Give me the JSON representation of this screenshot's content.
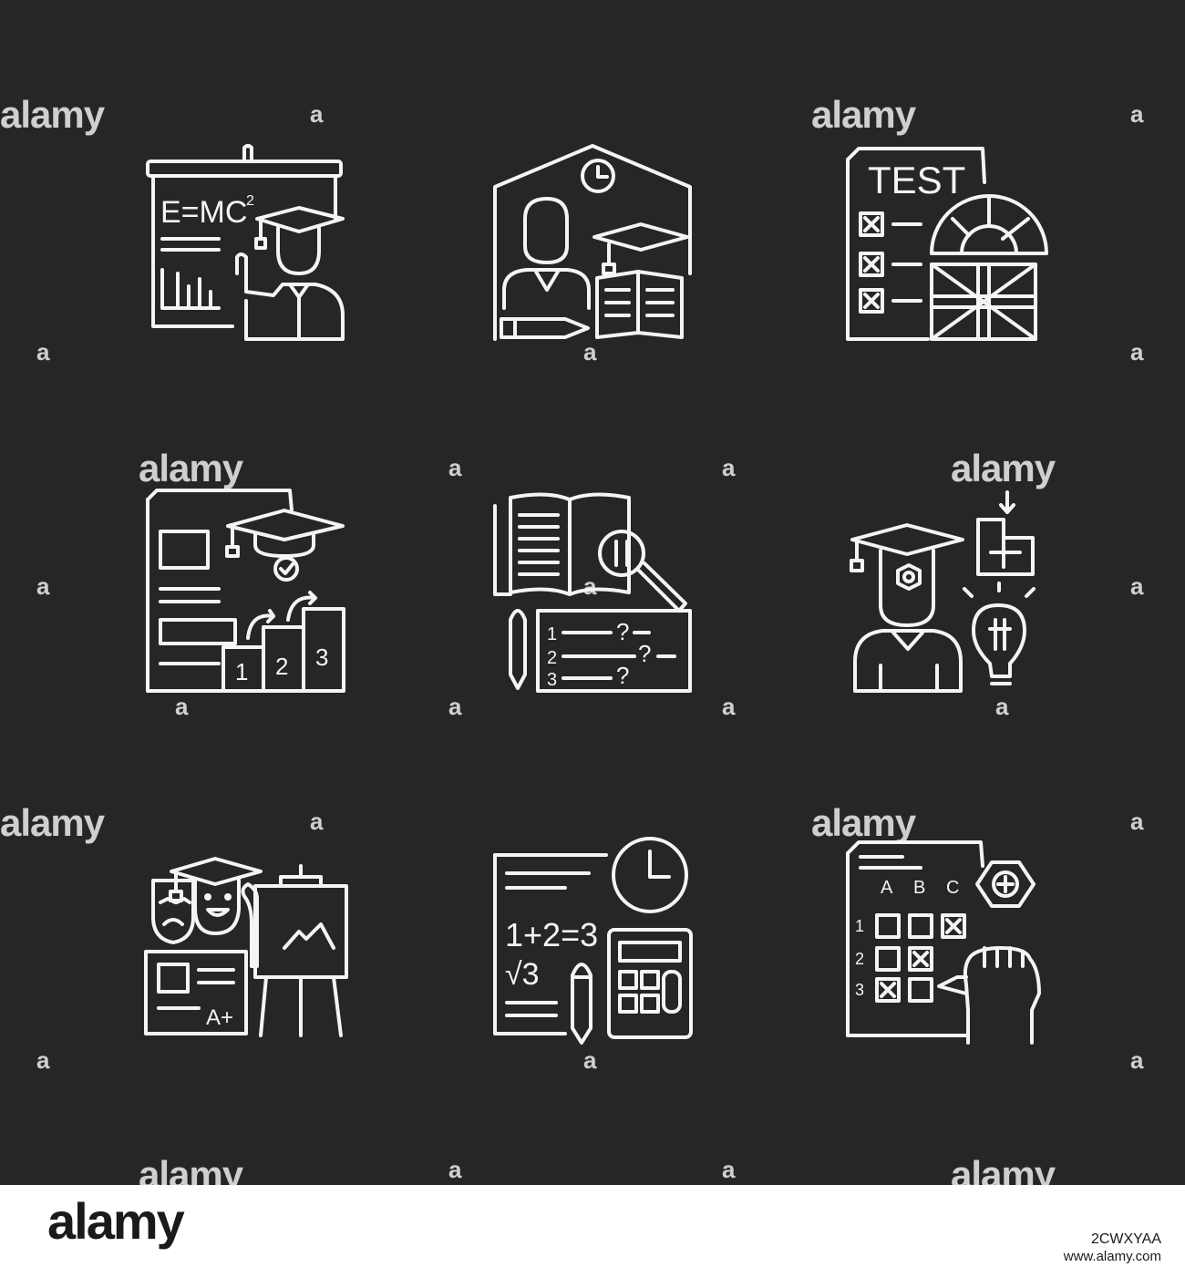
{
  "watermark": {
    "text": "alamy",
    "small": "a"
  },
  "icons": {
    "science_lecture": {
      "formula": "E=MC",
      "exponent": "2"
    },
    "english_test": {
      "title": "TEST"
    },
    "career_podium": {
      "places": [
        "1",
        "2",
        "3"
      ]
    },
    "quiz": {
      "numbers": [
        "1",
        "2",
        "3"
      ],
      "marks": [
        "?",
        "?",
        "?"
      ]
    },
    "art_grade": {
      "grade": "A+"
    },
    "math": {
      "equation": "1+2=3",
      "root": "√3"
    },
    "answer_sheet": {
      "columns": [
        "A",
        "B",
        "C"
      ],
      "rows": [
        "1",
        "2",
        "3"
      ]
    }
  },
  "footer": {
    "logo": "alamy",
    "image_id": "2CWXYAA",
    "url": "www.alamy.com"
  }
}
